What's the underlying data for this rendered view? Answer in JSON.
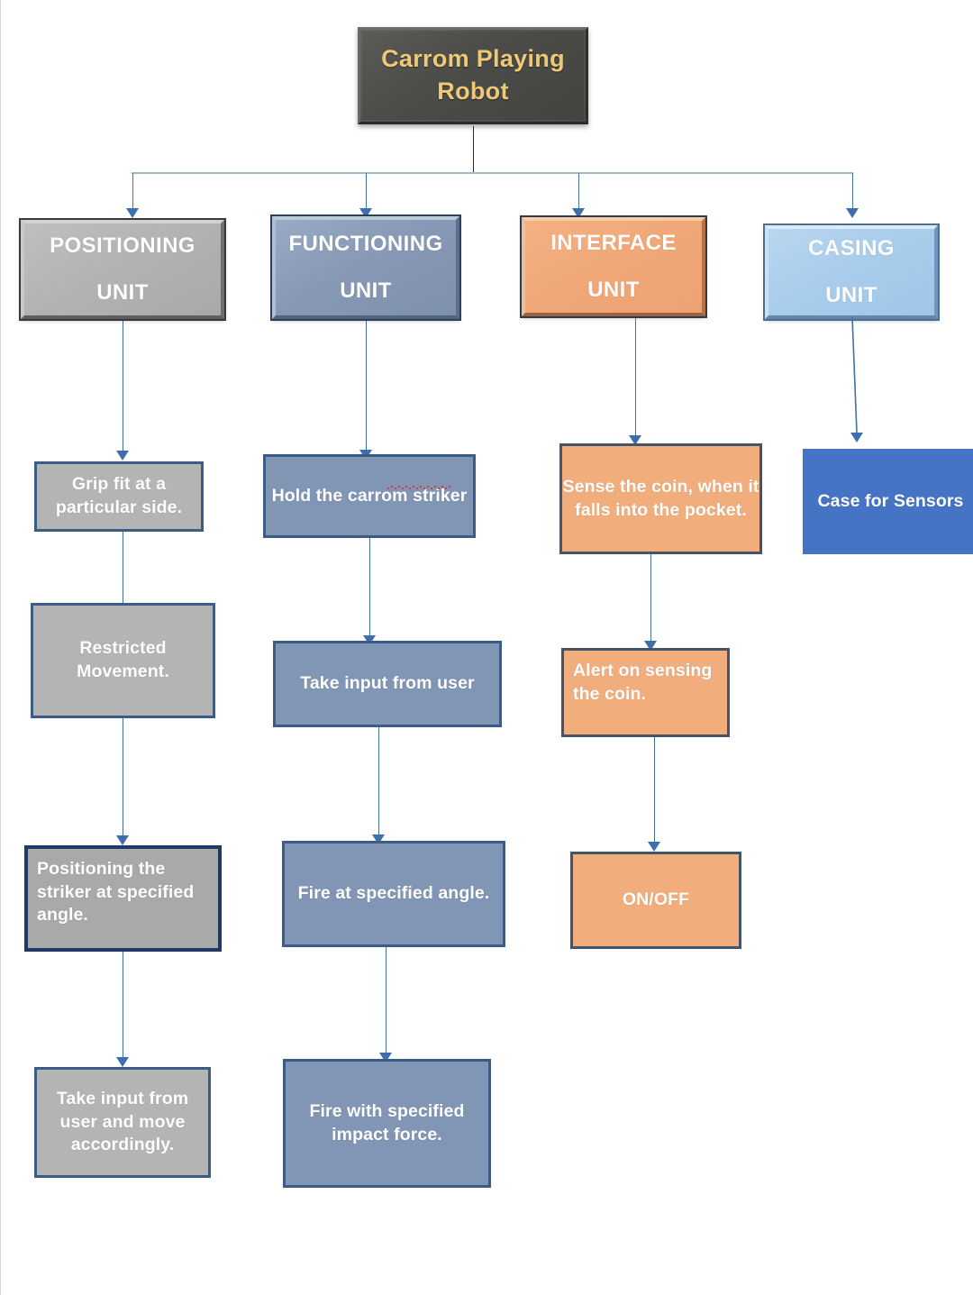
{
  "diagram": {
    "title": "Carrom Playing Robot",
    "root": {
      "label": "Carrom Playing Robot"
    },
    "units": [
      {
        "id": "positioning",
        "line1": "POSITIONING",
        "line2": "UNIT",
        "color": "#b3b3b3"
      },
      {
        "id": "functioning",
        "line1": "FUNCTIONING",
        "line2": "UNIT",
        "color": "#8799b5"
      },
      {
        "id": "interface",
        "line1": "INTERFACE",
        "line2": "UNIT",
        "color": "#f0a878"
      },
      {
        "id": "casing",
        "line1": "CASING",
        "line2": "UNIT",
        "color": "#a9cdeb"
      }
    ],
    "columns": [
      {
        "unit": "POSITIONING UNIT",
        "steps": [
          {
            "label": "Grip fit at a particular side."
          },
          {
            "label": "Restricted Movement."
          },
          {
            "label": "Positioning the striker at specified angle."
          },
          {
            "label": "Take input from user and move accordingly."
          }
        ]
      },
      {
        "unit": "FUNCTIONING UNIT",
        "steps": [
          {
            "label": "Hold the carrom striker",
            "misspelled_word": "carrom"
          },
          {
            "label": "Take input from user"
          },
          {
            "label": "Fire at specified angle."
          },
          {
            "label": "Fire with specified impact force."
          }
        ]
      },
      {
        "unit": "INTERFACE UNIT",
        "steps": [
          {
            "label": "Sense the coin, when it falls into the pocket."
          },
          {
            "label": "Alert on sensing the coin."
          },
          {
            "label": "ON/OFF"
          }
        ]
      },
      {
        "unit": "CASING UNIT",
        "steps": [
          {
            "label": "Case for Sensors"
          }
        ]
      }
    ],
    "colors": {
      "root_fill": "#4c4c49",
      "root_text": "#efc978",
      "gray_fill": "#b4b4b4",
      "steel_fill": "#8196b4",
      "peach_fill": "#f1ad7c",
      "lightblue_fill": "#a9cdeb",
      "blue_fill": "#4574c4",
      "connector": "#41719c",
      "border_blue": "#3c5c86",
      "border_navy": "#1f3864",
      "text": "#ffffff",
      "background": "#ffffff"
    }
  }
}
